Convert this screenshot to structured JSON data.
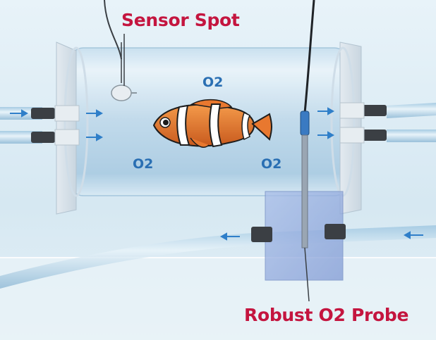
{
  "labels": {
    "sensor_spot": "Sensor Spot",
    "robust_probe": "Robust O2 Probe",
    "o2_top": "O2",
    "o2_left": "O2",
    "o2_right": "O2"
  },
  "colors": {
    "label_red": "#c4153f",
    "o2_blue": "#2a6fb3",
    "background": "#dfeef6",
    "tube_glass": "#b9d6ea",
    "flow_arrow": "#2f7fc9",
    "probe_block": "#8fa9de"
  },
  "icons": {
    "fish": "clownfish",
    "flow": "flow-arrow"
  }
}
